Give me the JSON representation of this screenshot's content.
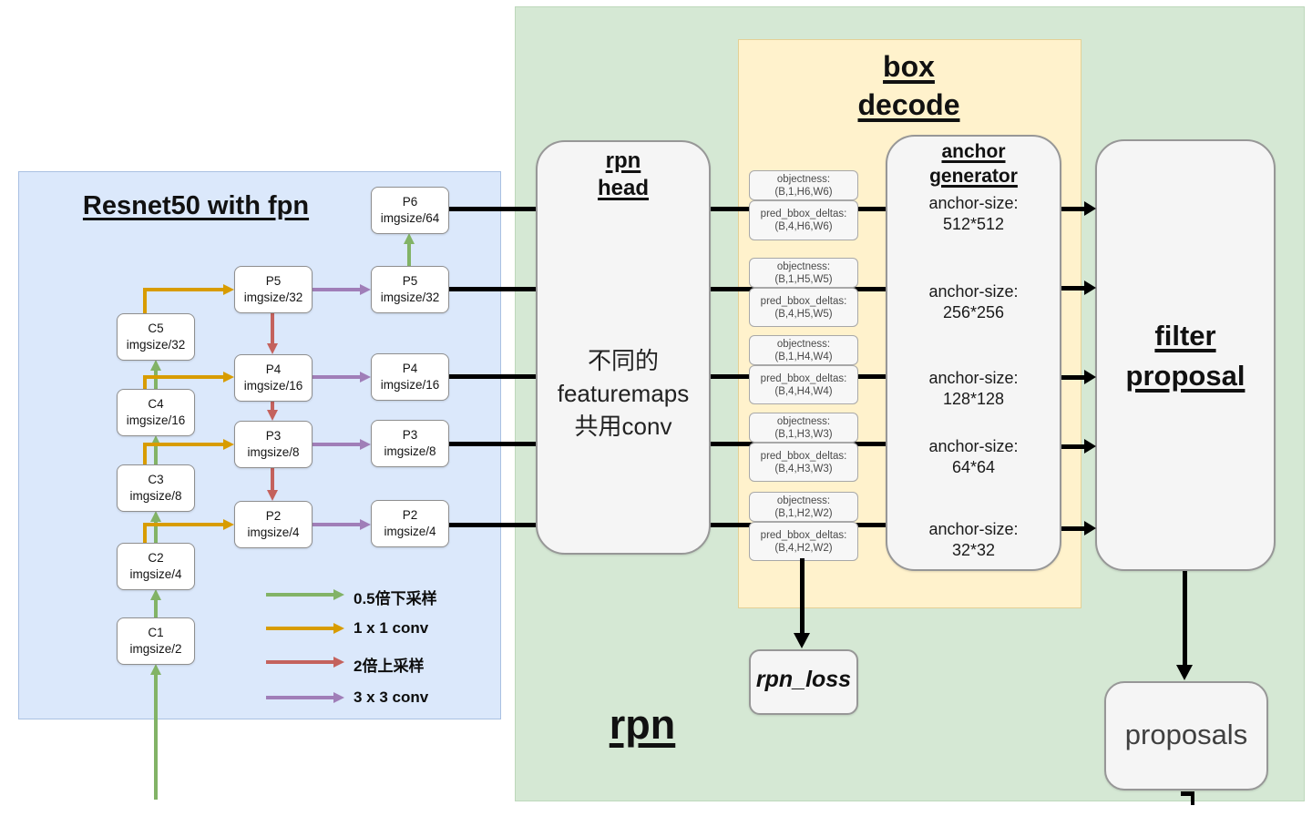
{
  "colors": {
    "panel_blue": "#dbe8fb",
    "panel_green": "#d5e8d4",
    "panel_yellow": "#fff2cc",
    "arrow_green": "#82b366",
    "arrow_orange": "#d89c00",
    "arrow_red": "#c4625d",
    "arrow_purple": "#a07eb8",
    "line_black": "#000000"
  },
  "backbone": {
    "title": "Resnet50 with fpn",
    "nodes": [
      {
        "label": "C1",
        "sub": "imgsize/2"
      },
      {
        "label": "C2",
        "sub": "imgsize/4"
      },
      {
        "label": "C3",
        "sub": "imgsize/8"
      },
      {
        "label": "C4",
        "sub": "imgsize/16"
      },
      {
        "label": "C5",
        "sub": "imgsize/32"
      },
      {
        "label": "P5",
        "sub": "imgsize/32"
      },
      {
        "label": "P4",
        "sub": "imgsize/16"
      },
      {
        "label": "P3",
        "sub": "imgsize/8"
      },
      {
        "label": "P2",
        "sub": "imgsize/4"
      },
      {
        "label": "P6",
        "sub": "imgsize/64"
      },
      {
        "label": "P5",
        "sub": "imgsize/32"
      },
      {
        "label": "P4",
        "sub": "imgsize/16"
      },
      {
        "label": "P3",
        "sub": "imgsize/8"
      },
      {
        "label": "P2",
        "sub": "imgsize/4"
      }
    ],
    "legend": [
      {
        "label": "0.5倍下采样",
        "color": "green"
      },
      {
        "label": "1 x 1 conv",
        "color": "orange"
      },
      {
        "label": "2倍上采样",
        "color": "red"
      },
      {
        "label": "3 x 3 conv",
        "color": "purple"
      }
    ]
  },
  "rpn_panel": {
    "title": "rpn"
  },
  "rpn_head": {
    "title_line1": "rpn",
    "title_line2": "head",
    "body_line1": "不同的",
    "body_line2": "featuremaps",
    "body_line3": "共用conv"
  },
  "box_decode": {
    "title_line1": "box",
    "title_line2": "decode",
    "pairs": [
      {
        "objectness_label": "objectness:",
        "objectness_shape": "(B,1,H6,W6)",
        "pred_label": "pred_bbox_deltas:",
        "pred_shape": "(B,4,H6,W6)"
      },
      {
        "objectness_label": "objectness:",
        "objectness_shape": "(B,1,H5,W5)",
        "pred_label": "pred_bbox_deltas:",
        "pred_shape": "(B,4,H5,W5)"
      },
      {
        "objectness_label": "objectness:",
        "objectness_shape": "(B,1,H4,W4)",
        "pred_label": "pred_bbox_deltas:",
        "pred_shape": "(B,4,H4,W4)"
      },
      {
        "objectness_label": "objectness:",
        "objectness_shape": "(B,1,H3,W3)",
        "pred_label": "pred_bbox_deltas:",
        "pred_shape": "(B,4,H3,W3)"
      },
      {
        "objectness_label": "objectness:",
        "objectness_shape": "(B,1,H2,W2)",
        "pred_label": "pred_bbox_deltas:",
        "pred_shape": "(B,4,H2,W2)"
      }
    ]
  },
  "anchor_generator": {
    "title_line1": "anchor",
    "title_line2": "generator",
    "sizes": [
      {
        "label": "anchor-size:",
        "value": "512*512"
      },
      {
        "label": "anchor-size:",
        "value": "256*256"
      },
      {
        "label": "anchor-size:",
        "value": "128*128"
      },
      {
        "label": "anchor-size:",
        "value": "64*64"
      },
      {
        "label": "anchor-size:",
        "value": "32*32"
      }
    ]
  },
  "filter_proposal": {
    "title_line1": "filter",
    "title_line2": "proposal"
  },
  "rpn_loss_label": "rpn_loss",
  "proposals_label": "proposals"
}
